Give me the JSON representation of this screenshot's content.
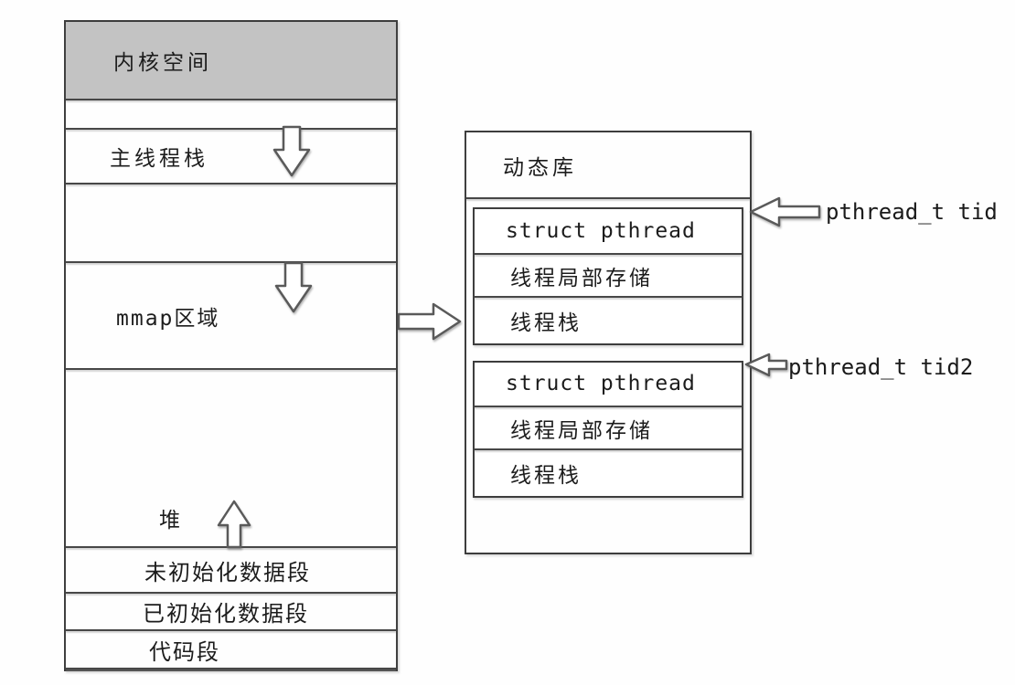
{
  "colors": {
    "kernel_fill": "#c3c3c3",
    "border": "#3d3d3d",
    "text": "#1c1c1c"
  },
  "memory_map": {
    "segments": [
      {
        "id": "kernel-space",
        "label": "内核空间"
      },
      {
        "id": "gap-1",
        "label": ""
      },
      {
        "id": "main-thread-stack",
        "label": "主线程栈",
        "growth": "down"
      },
      {
        "id": "gap-2",
        "label": ""
      },
      {
        "id": "mmap-region",
        "label": "mmap区域",
        "growth": "down"
      },
      {
        "id": "heap",
        "label": "堆",
        "growth": "up"
      },
      {
        "id": "bss-segment",
        "label": "未初始化数据段"
      },
      {
        "id": "data-segment",
        "label": "已初始化数据段"
      },
      {
        "id": "code-segment",
        "label": "代码段"
      }
    ]
  },
  "library": {
    "title": "动态库",
    "thread_blocks": [
      {
        "rows": [
          "struct pthread",
          "线程局部存储",
          "线程栈"
        ]
      },
      {
        "rows": [
          "struct pthread",
          "线程局部存储",
          "线程栈"
        ]
      }
    ]
  },
  "annotations": {
    "tid": "pthread_t tid",
    "tid2": "pthread_t tid2"
  }
}
